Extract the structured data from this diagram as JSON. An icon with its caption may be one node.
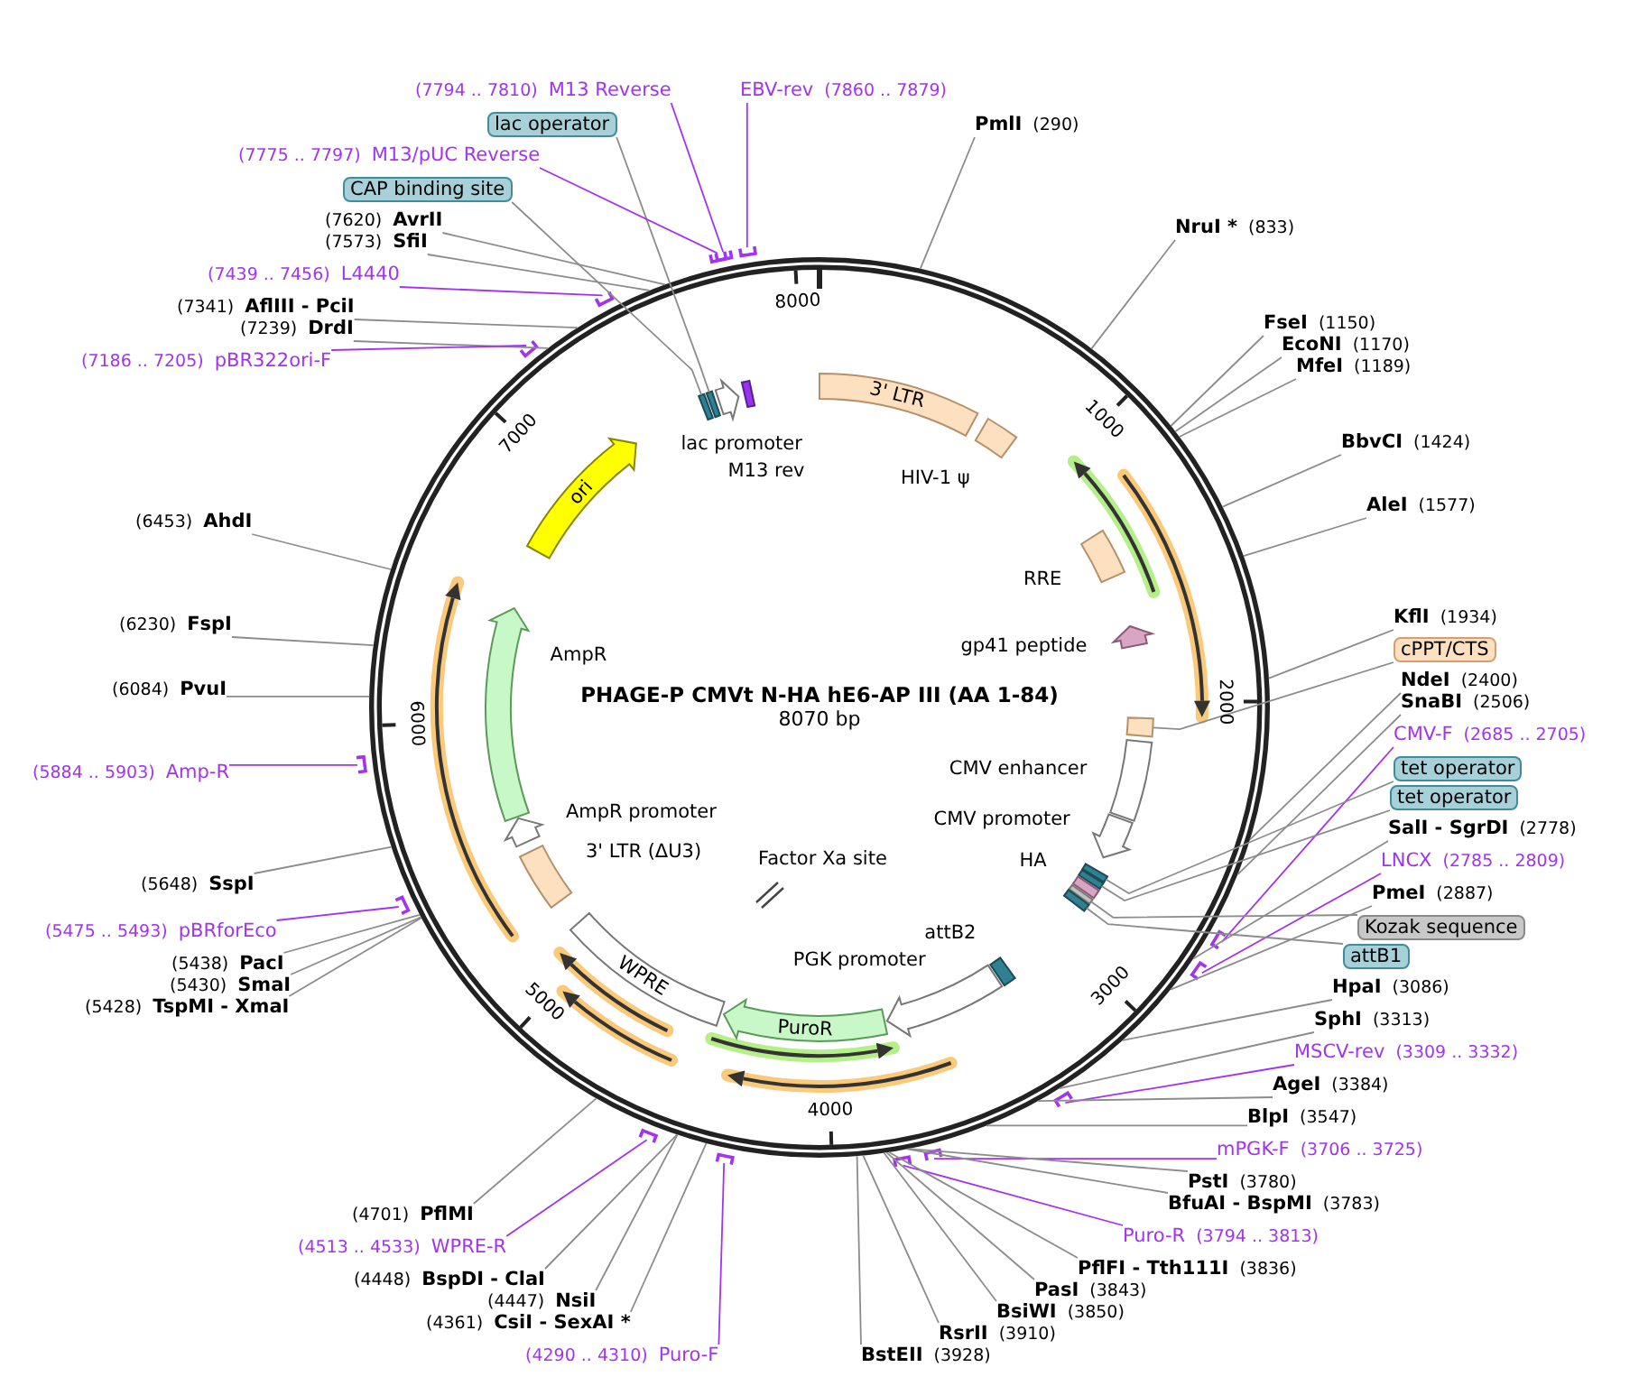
{
  "diagram": {
    "title": "PHAGE-P CMVt N-HA hE6-AP III (AA 1-84)",
    "caption": "8070 bp",
    "nodes": [
      {
        "text": [
          "(7794 .. 7810)",
          "M13 Reverse"
        ]
      },
      {
        "text": [
          "EBV-rev",
          "(7860 .. 7879)"
        ]
      },
      {
        "text": [
          "lac operator"
        ]
      },
      {
        "text": [
          "(7775 .. 7797)",
          "M13/pUC Reverse"
        ]
      },
      {
        "text": [
          "CAP binding site"
        ]
      },
      {
        "text": [
          "(7620)",
          "AvrII"
        ]
      },
      {
        "text": [
          "(7573)",
          "SfiI"
        ]
      },
      {
        "text": [
          "(7439 .. 7456)",
          "L4440"
        ]
      },
      {
        "text": [
          "(7341)",
          "AflIII - PciI"
        ]
      },
      {
        "text": [
          "(7239)",
          "DrdI"
        ]
      },
      {
        "text": [
          "(7186 .. 7205)",
          "pBR322ori-F"
        ]
      },
      {
        "text": [
          "(6453)",
          "AhdI"
        ]
      },
      {
        "text": [
          "(6230)",
          "FspI"
        ]
      },
      {
        "text": [
          "(6084)",
          "PvuI"
        ]
      },
      {
        "text": [
          "(5884 .. 5903)",
          "Amp-R"
        ]
      },
      {
        "text": [
          "(5648)",
          "SspI"
        ]
      },
      {
        "text": [
          "(5475 .. 5493)",
          "pBRforEco"
        ]
      },
      {
        "text": [
          "(5438)",
          "PacI"
        ]
      },
      {
        "text": [
          "(5430)",
          "SmaI"
        ]
      },
      {
        "text": [
          "(5428)",
          "TspMI - XmaI"
        ]
      },
      {
        "text": [
          "(4701)",
          "PflMI"
        ]
      },
      {
        "text": [
          "(4513 .. 4533)",
          "WPRE-R"
        ]
      },
      {
        "text": [
          "(4448)",
          "BspDI - ClaI"
        ]
      },
      {
        "text": [
          "(4447)",
          "NsiI"
        ]
      },
      {
        "text": [
          "(4361)",
          "CsiI - SexAI *"
        ]
      },
      {
        "text": [
          "(4290 .. 4310)",
          "Puro-F"
        ]
      },
      {
        "text": [
          "PmlI",
          "(290)"
        ]
      },
      {
        "text": [
          "NruI *",
          "(833)"
        ]
      },
      {
        "text": [
          "FseI",
          "(1150)"
        ]
      },
      {
        "text": [
          "EcoNI",
          "(1170)"
        ]
      },
      {
        "text": [
          "MfeI",
          "(1189)"
        ]
      },
      {
        "text": [
          "BbvCI",
          "(1424)"
        ]
      },
      {
        "text": [
          "AleI",
          "(1577)"
        ]
      },
      {
        "text": [
          "KflI",
          "(1934)"
        ]
      },
      {
        "text": [
          "cPPT/CTS"
        ]
      },
      {
        "text": [
          "NdeI",
          "(2400)"
        ]
      },
      {
        "text": [
          "SnaBI",
          "(2506)"
        ]
      },
      {
        "text": [
          "CMV-F",
          "(2685 .. 2705)"
        ]
      },
      {
        "text": [
          "tet operator"
        ]
      },
      {
        "text": [
          "tet operator"
        ]
      },
      {
        "text": [
          "SalI - SgrDI",
          "(2778)"
        ]
      },
      {
        "text": [
          "LNCX",
          "(2785 .. 2809)"
        ]
      },
      {
        "text": [
          "PmeI",
          "(2887)"
        ]
      },
      {
        "text": [
          "Kozak sequence"
        ]
      },
      {
        "text": [
          "attB1"
        ]
      },
      {
        "text": [
          "HpaI",
          "(3086)"
        ]
      },
      {
        "text": [
          "SphI",
          "(3313)"
        ]
      },
      {
        "text": [
          "MSCV-rev",
          "(3309 .. 3332)"
        ]
      },
      {
        "text": [
          "AgeI",
          "(3384)"
        ]
      },
      {
        "text": [
          "BlpI",
          "(3547)"
        ]
      },
      {
        "text": [
          "mPGK-F",
          "(3706 .. 3725)"
        ]
      },
      {
        "text": [
          "PstI",
          "(3780)"
        ]
      },
      {
        "text": [
          "BfuAI - BspMI",
          "(3783)"
        ]
      },
      {
        "text": [
          "Puro-R",
          "(3794 .. 3813)"
        ]
      },
      {
        "text": [
          "PflFI - Tth111I",
          "(3836)"
        ]
      },
      {
        "text": [
          "PasI",
          "(3843)"
        ]
      },
      {
        "text": [
          "BsiWI",
          "(3850)"
        ]
      },
      {
        "text": [
          "RsrII",
          "(3910)"
        ]
      },
      {
        "text": [
          "BstEII",
          "(3928)"
        ]
      },
      {
        "text": [
          "3' LTR"
        ]
      },
      {
        "text": [
          "HIV-1 ψ"
        ]
      },
      {
        "text": [
          "RRE"
        ]
      },
      {
        "text": [
          "gp41 peptide"
        ]
      },
      {
        "text": [
          "CMV enhancer"
        ]
      },
      {
        "text": [
          "CMV promoter"
        ]
      },
      {
        "text": [
          "HA"
        ]
      },
      {
        "text": [
          "attB2"
        ]
      },
      {
        "text": [
          "PGK promoter"
        ]
      },
      {
        "text": [
          "PuroR"
        ]
      },
      {
        "text": [
          "WPRE"
        ]
      },
      {
        "text": [
          "3' LTR (ΔU3)"
        ]
      },
      {
        "text": [
          "AmpR promoter"
        ]
      },
      {
        "text": [
          "AmpR"
        ]
      },
      {
        "text": [
          "ori"
        ]
      },
      {
        "text": [
          "lac promoter"
        ]
      },
      {
        "text": [
          "M13 rev"
        ]
      },
      {
        "text": [
          "Factor Xa site"
        ]
      },
      {
        "text": [],
        "shape": "box"
      },
      {
        "text": [],
        "shape": "box"
      },
      {
        "text": [],
        "shape": "box"
      },
      {
        "text": [],
        "shape": "box"
      },
      {
        "text": [],
        "shape": "box"
      },
      {
        "text": [],
        "shape": "box"
      },
      {
        "text": [],
        "shape": "box"
      }
    ],
    "edges": [
      {
        "from": 0,
        "to": null,
        "arrow": "none",
        "color": "#a333ee"
      },
      {
        "from": 1,
        "to": null,
        "arrow": "none",
        "color": "#a333ee"
      },
      {
        "from": 2,
        "to": 83,
        "arrow": "none"
      },
      {
        "from": 3,
        "to": null,
        "arrow": "none",
        "color": "#a333ee"
      },
      {
        "from": 4,
        "to": 82,
        "arrow": "none"
      },
      {
        "from": 5,
        "to": null,
        "arrow": "none"
      },
      {
        "from": 6,
        "to": null,
        "arrow": "none"
      },
      {
        "from": 7,
        "to": null,
        "arrow": "none",
        "color": "#a333ee"
      },
      {
        "from": 8,
        "to": null,
        "arrow": "none"
      },
      {
        "from": 9,
        "to": null,
        "arrow": "none"
      },
      {
        "from": 10,
        "to": null,
        "arrow": "none",
        "color": "#a333ee"
      },
      {
        "from": 11,
        "to": null,
        "arrow": "none"
      },
      {
        "from": 12,
        "to": null,
        "arrow": "none"
      },
      {
        "from": 13,
        "to": null,
        "arrow": "none"
      },
      {
        "from": 14,
        "to": null,
        "arrow": "none",
        "color": "#a333ee"
      },
      {
        "from": 15,
        "to": null,
        "arrow": "none"
      },
      {
        "from": 16,
        "to": null,
        "arrow": "none",
        "color": "#a333ee"
      },
      {
        "from": 17,
        "to": null,
        "arrow": "none"
      },
      {
        "from": 18,
        "to": null,
        "arrow": "none"
      },
      {
        "from": 19,
        "to": null,
        "arrow": "none"
      },
      {
        "from": 20,
        "to": null,
        "arrow": "none"
      },
      {
        "from": 21,
        "to": null,
        "arrow": "none",
        "color": "#a333ee"
      },
      {
        "from": 22,
        "to": null,
        "arrow": "none"
      },
      {
        "from": 23,
        "to": null,
        "arrow": "none"
      },
      {
        "from": 24,
        "to": null,
        "arrow": "none"
      },
      {
        "from": 25,
        "to": null,
        "arrow": "none",
        "color": "#a333ee"
      },
      {
        "from": 26,
        "to": null,
        "arrow": "none"
      },
      {
        "from": 27,
        "to": null,
        "arrow": "none"
      },
      {
        "from": 28,
        "to": null,
        "arrow": "none"
      },
      {
        "from": 29,
        "to": null,
        "arrow": "none"
      },
      {
        "from": 30,
        "to": null,
        "arrow": "none"
      },
      {
        "from": 31,
        "to": null,
        "arrow": "none"
      },
      {
        "from": 32,
        "to": null,
        "arrow": "none"
      },
      {
        "from": 33,
        "to": null,
        "arrow": "none"
      },
      {
        "from": 34,
        "to": 77,
        "arrow": "none"
      },
      {
        "from": 35,
        "to": null,
        "arrow": "none"
      },
      {
        "from": 36,
        "to": null,
        "arrow": "none"
      },
      {
        "from": 37,
        "to": null,
        "arrow": "none",
        "color": "#a333ee"
      },
      {
        "from": 38,
        "to": 78,
        "arrow": "none"
      },
      {
        "from": 39,
        "to": 79,
        "arrow": "none"
      },
      {
        "from": 40,
        "to": null,
        "arrow": "none"
      },
      {
        "from": 41,
        "to": null,
        "arrow": "none",
        "color": "#a333ee"
      },
      {
        "from": 42,
        "to": null,
        "arrow": "none"
      },
      {
        "from": 43,
        "to": 80,
        "arrow": "none"
      },
      {
        "from": 44,
        "to": 81,
        "arrow": "none"
      },
      {
        "from": 45,
        "to": null,
        "arrow": "none"
      },
      {
        "from": 46,
        "to": null,
        "arrow": "none"
      },
      {
        "from": 47,
        "to": null,
        "arrow": "none",
        "color": "#a333ee"
      },
      {
        "from": 48,
        "to": null,
        "arrow": "none"
      },
      {
        "from": 49,
        "to": null,
        "arrow": "none"
      },
      {
        "from": 50,
        "to": null,
        "arrow": "none",
        "color": "#a333ee"
      },
      {
        "from": 51,
        "to": null,
        "arrow": "none"
      },
      {
        "from": 52,
        "to": null,
        "arrow": "none"
      },
      {
        "from": 53,
        "to": null,
        "arrow": "none",
        "color": "#a333ee"
      },
      {
        "from": 54,
        "to": null,
        "arrow": "none"
      },
      {
        "from": 55,
        "to": null,
        "arrow": "none"
      },
      {
        "from": 56,
        "to": null,
        "arrow": "none"
      },
      {
        "from": 57,
        "to": null,
        "arrow": "none"
      },
      {
        "from": 58,
        "to": null,
        "arrow": "none"
      }
    ],
    "labels": [
      "1000",
      "2000",
      "3000",
      "4000",
      "5000",
      "6000",
      "7000",
      "8000"
    ]
  }
}
